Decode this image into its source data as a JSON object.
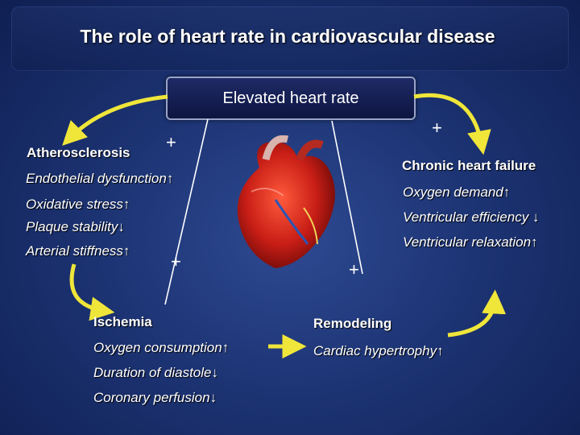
{
  "title": "The role of heart rate in cardiovascular disease",
  "center": "Elevated heart rate",
  "plus": "+",
  "atherosclerosis": {
    "header": "Atherosclerosis",
    "items": [
      "Endothelial dysfunction↑",
      "Oxidative stress↑",
      "Plaque stability↓",
      "Arterial stiffness↑"
    ]
  },
  "heart_failure": {
    "header": "Chronic heart failure",
    "items": [
      "Oxygen demand↑",
      "Ventricular efficiency ↓",
      "Ventricular relaxation↑"
    ]
  },
  "ischemia": {
    "header": "Ischemia",
    "items": [
      "Oxygen consumption↑",
      "Duration of diastole↓",
      "Coronary perfusion↓"
    ]
  },
  "remodeling": {
    "header": "Remodeling",
    "items": [
      "Cardiac hypertrophy↑"
    ]
  },
  "colors": {
    "arrow": "#f0e63a",
    "background": "#1d3474"
  }
}
